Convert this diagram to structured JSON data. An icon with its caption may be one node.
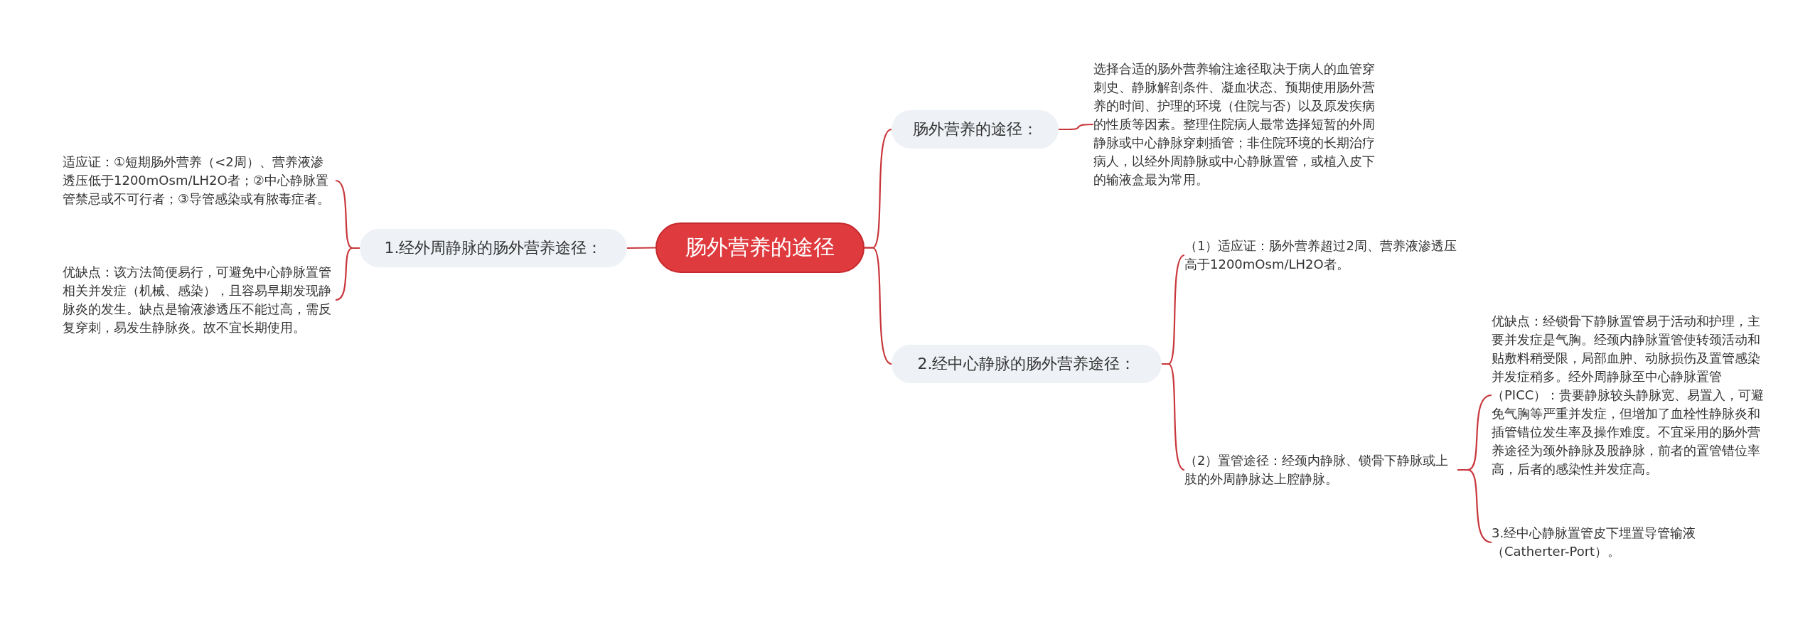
{
  "diagram": {
    "nodes": [
      {
        "text": [
          "肠外营养的途径"
        ]
      },
      {
        "text": [
          "肠外营养的途径："
        ]
      },
      {
        "text": [
          "选择合适的肠外营养输注途径取决于病人的血管穿刺史、静脉解剖条件、凝血状态、预期使用肠外营养的时间、护理的环境（住院与否）以及原发疾病的性质等因素。整理住院病人最常选择短暂的外周静脉或中心静脉穿刺插管；非住院环境的长期治疗病人，以经外周静脉或中心静脉置管，或植入皮下的输液盒最为常用。"
        ]
      },
      {
        "text": [
          "1.经外周静脉的肠外营养途径："
        ]
      },
      {
        "text": [
          "适应证：①短期肠外营养（<2周）、营养液渗透压低于1200mOsm/LH2O者；②中心静脉置管禁忌或不可行者；③导管感染或有脓毒症者。"
        ]
      },
      {
        "text": [
          "优缺点：该方法简便易行，可避免中心静脉置管相关并发症（机械、感染），且容易早期发现静脉炎的发生。缺点是输液渗透压不能过高，需反复穿刺，易发生静脉炎。故不宜长期使用。"
        ]
      },
      {
        "text": [
          "2.经中心静脉的肠外营养途径："
        ]
      },
      {
        "text": [
          "（1）适应证：肠外营养超过2周、营养液渗透压高于1200mOsm/LH2O者。"
        ]
      },
      {
        "text": [
          "（2）置管途径：经颈内静脉、锁骨下静脉或上肢的外周静脉达上腔静脉。"
        ]
      },
      {
        "text": [
          "优缺点：经锁骨下静脉置管易于活动和护理，主要并发症是气胸。经颈内静脉置管使转颈活动和贴敷料稍受限，局部血肿、动脉损伤及置管感染并发症稍多。经外周静脉至中心静脉置管（PICC）：贵要静脉较头静脉宽、易置入，可避免气胸等严重并发症，但增加了血栓性静脉炎和插管错位发生率及操作难度。不宜采用的肠外营养途径为颈外静脉及股静脉，前者的置管错位率高，后者的感染性并发症高。"
        ]
      },
      {
        "text": [
          "3.经中心静脉置管皮下埋置导管输液（Catherter-Port）。"
        ]
      }
    ],
    "edges": [
      {
        "from": 0,
        "to": 1,
        "arrow": "none"
      },
      {
        "from": 1,
        "to": 2,
        "arrow": "none"
      },
      {
        "from": 0,
        "to": 3,
        "arrow": "none"
      },
      {
        "from": 3,
        "to": 4,
        "arrow": "none"
      },
      {
        "from": 3,
        "to": 5,
        "arrow": "none"
      },
      {
        "from": 0,
        "to": 6,
        "arrow": "none"
      },
      {
        "from": 6,
        "to": 7,
        "arrow": "none"
      },
      {
        "from": 6,
        "to": 8,
        "arrow": "none"
      },
      {
        "from": 8,
        "to": 9,
        "arrow": "none"
      },
      {
        "from": 8,
        "to": 10,
        "arrow": "none"
      }
    ]
  }
}
